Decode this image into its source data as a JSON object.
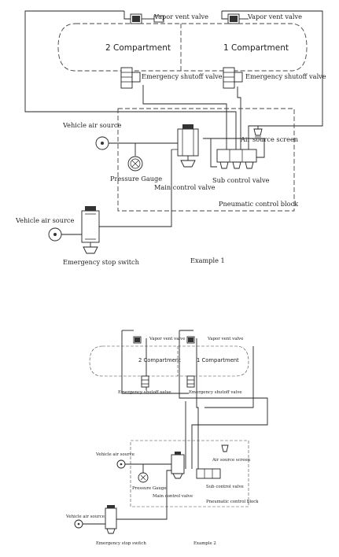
{
  "example1": {
    "compartment_2": "2 Compartment",
    "compartment_1": "1 Compartment",
    "vapor_vent_valve_left": "Vapor vent valve",
    "vapor_vent_valve_right": "Vapor vent valve",
    "emergency_shutoff_valve_left": "Emergency shutoff valve",
    "emergency_shutoff_valve_right": "Emergency shutoff valve",
    "vehicle_air_source_top": "Vehicle air source",
    "air_source_screen": "Air source screen",
    "pressure_gauge": "Pressure Gauge",
    "main_control_valve": "Main control valve",
    "sub_control_valve": "Sub control valve",
    "pneumatic_control_block": "Pneumatic control block",
    "vehicle_air_source_bottom": "Vehicle air source",
    "emergency_stop_switch": "Emergency stop switch",
    "caption": "Example 1"
  },
  "example2": {
    "compartment_2": "2 Compartment",
    "compartment_1": "1 Compartment",
    "vapor_vent_valve_left": "Vapor vent valve",
    "vapor_vent_valve_right": "Vapor vent valve",
    "emergency_shutoff_valve_left": "Emergency shutoff valve",
    "emergency_shutoff_valve_right": "Emergency shutoff valve",
    "vehicle_air_source_top": "Vehicle air source",
    "air_source_screen": "Air source screen",
    "pressure_gauge": "Pressure Gauge",
    "main_control_valve": "Main control valve",
    "sub_control_valve": "Sub control valve",
    "pneumatic_control_block": "Pneumatic control block",
    "vehicle_air_source_bottom": "Vehicle air source",
    "emergency_stop_switch": "Emergency stop switch",
    "caption": "Example 2"
  }
}
